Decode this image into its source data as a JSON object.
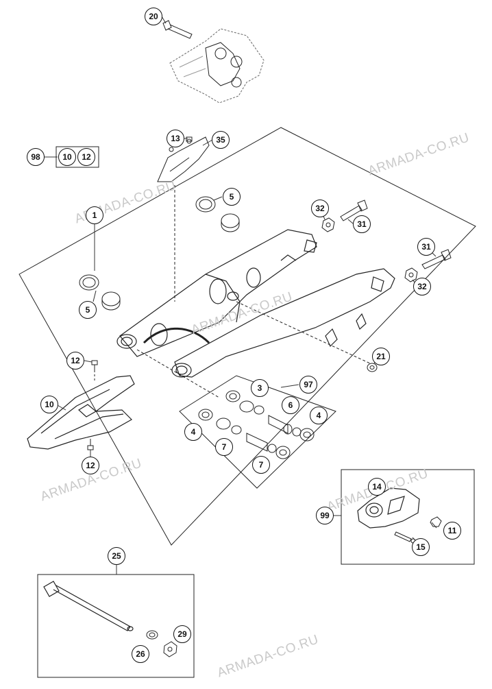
{
  "watermarks": {
    "w1": "ARMADA-CO.RU",
    "w2": "ARMADA-CO.RU",
    "w3": "ARMADA-CO.RU",
    "w4": "ARMADA-CO.RU",
    "w5": "ARMADA-CO.RU",
    "w6": "ARMADA-CO.RU"
  },
  "callouts": {
    "c20": "20",
    "c98": "98",
    "c10a": "10",
    "c12a": "12",
    "c13": "13",
    "c35": "35",
    "c1": "1",
    "c5a": "5",
    "c5b": "5",
    "c32a": "32",
    "c31a": "31",
    "c31b": "31",
    "c32b": "32",
    "c21": "21",
    "c12b": "12",
    "c10b": "10",
    "c12c": "12",
    "c3": "3",
    "c97": "97",
    "c6": "6",
    "c4a": "4",
    "c4b": "4",
    "c7a": "7",
    "c7b": "7",
    "c14": "14",
    "c99": "99",
    "c11": "11",
    "c15": "15",
    "c25": "25",
    "c29": "29",
    "c26": "26"
  }
}
